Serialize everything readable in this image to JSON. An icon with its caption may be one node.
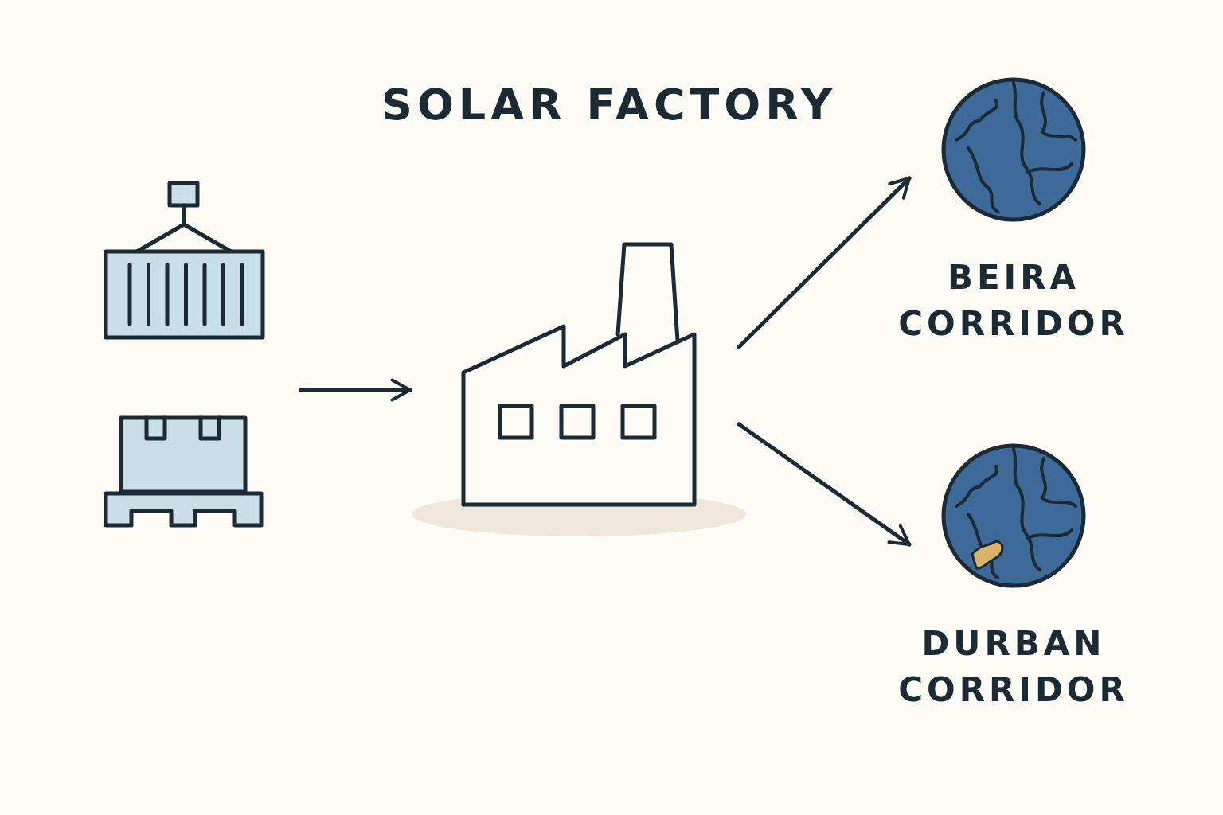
{
  "diagram": {
    "title": "SOLAR FACTORY",
    "nodes": [
      {
        "text": [],
        "shape": "picture"
      },
      {
        "text": [],
        "shape": "picture"
      },
      {
        "text": [],
        "shape": "picture"
      },
      {
        "text": [
          "BEIRA CORRIDOR"
        ]
      },
      {
        "text": [
          "DURBAN CORRIDOR"
        ]
      }
    ],
    "edges": [
      {
        "from": null,
        "to": 2,
        "arrow": "to"
      },
      {
        "from": 2,
        "to": 3,
        "arrow": "to"
      },
      {
        "from": 2,
        "to": 4,
        "arrow": "to"
      }
    ]
  }
}
